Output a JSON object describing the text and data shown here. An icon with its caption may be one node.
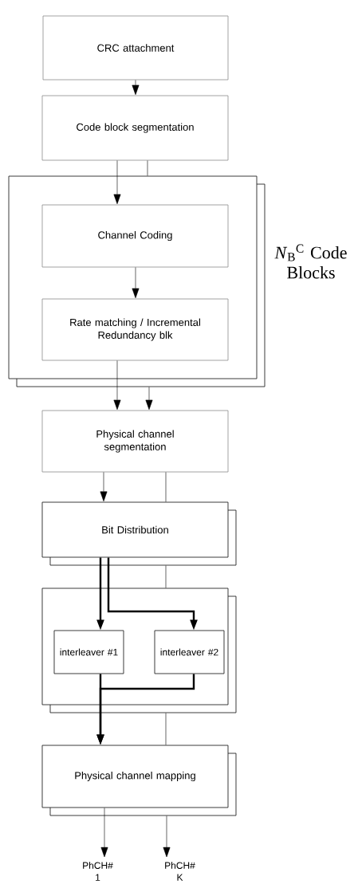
{
  "diagram": {
    "nodes": [
      {
        "text": [
          "CRC attachment"
        ]
      },
      {
        "text": [
          "Code block segmentation"
        ]
      },
      {
        "text": [
          "*N*$_{B}$$^{C}$ Code Blocks"
        ]
      },
      {
        "text": [
          "Channel Coding"
        ],
        "in": 2
      },
      {
        "text": [
          "Rate matching / Incremental Redundancy blk"
        ],
        "in": 2
      },
      {
        "text": [
          "Physical channel segmentation"
        ]
      },
      {
        "text": [
          "Bit Distribution"
        ]
      },
      {
        "text": [],
        "shape": "box"
      },
      {
        "text": [
          "interleaver #1"
        ],
        "in": 7
      },
      {
        "text": [
          "interleaver #2"
        ],
        "in": 7
      },
      {
        "text": [
          "Physical channel mapping"
        ]
      },
      {
        "text": [
          "PhCH# 1"
        ]
      },
      {
        "text": [
          "PhCH# K"
        ]
      }
    ],
    "edges": [
      {
        "from": 0,
        "to": 1,
        "arrow": "to"
      },
      {
        "from": 1,
        "to": 3,
        "arrow": "to"
      },
      {
        "from": 1,
        "to": 2,
        "arrow": "none"
      },
      {
        "from": 3,
        "to": 4,
        "arrow": "to"
      },
      {
        "from": 4,
        "to": 5,
        "arrow": "to"
      },
      {
        "from": 2,
        "to": 5,
        "arrow": "to"
      },
      {
        "from": 5,
        "to": 6,
        "arrow": "to"
      },
      {
        "from": 5,
        "to": 6,
        "arrow": "none"
      },
      {
        "from": 6,
        "to": 8,
        "arrow": "to",
        "style": "thick"
      },
      {
        "from": 6,
        "to": 9,
        "arrow": "to",
        "style": "thick"
      },
      {
        "from": 6,
        "to": 7,
        "arrow": "none"
      },
      {
        "from": 8,
        "to": 10,
        "arrow": "to",
        "style": "thick"
      },
      {
        "from": 9,
        "to": 10,
        "arrow": "to",
        "style": "thick"
      },
      {
        "from": 7,
        "to": 10,
        "arrow": "none"
      },
      {
        "from": 10,
        "to": 11,
        "arrow": "to"
      },
      {
        "from": 10,
        "to": 12,
        "arrow": "to"
      }
    ]
  }
}
